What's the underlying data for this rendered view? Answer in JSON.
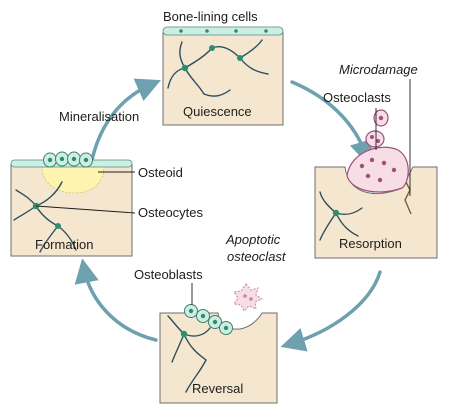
{
  "stages": {
    "quiescence": "Quiescence",
    "resorption": "Resorption",
    "reversal": "Reversal",
    "formation": "Formation"
  },
  "callouts": {
    "bone_lining_cells": "Bone-lining cells",
    "microdamage": "Microdamage",
    "osteoclasts": "Osteoclasts",
    "apoptotic_osteoclast_line1": "Apoptotic",
    "apoptotic_osteoclast_line2": "osteoclast",
    "osteoblasts": "Osteoblasts",
    "osteoid": "Osteoid",
    "osteocytes": "Osteocytes",
    "mineralisation": "Mineralisation"
  },
  "colors": {
    "bone_fill": "#f5e7cf",
    "bone_edge": "#6e6e6e",
    "lining_cell": "#cfeee3",
    "cell_nucleus": "#2a8f6f",
    "osteocyte_network": "#2f4f5f",
    "osteoclast_fill": "#f6dde6",
    "osteoclast_edge": "#a04f7a",
    "osteoid_fill": "#fff3b0",
    "cycle_arrow": "#6fa0b0"
  }
}
